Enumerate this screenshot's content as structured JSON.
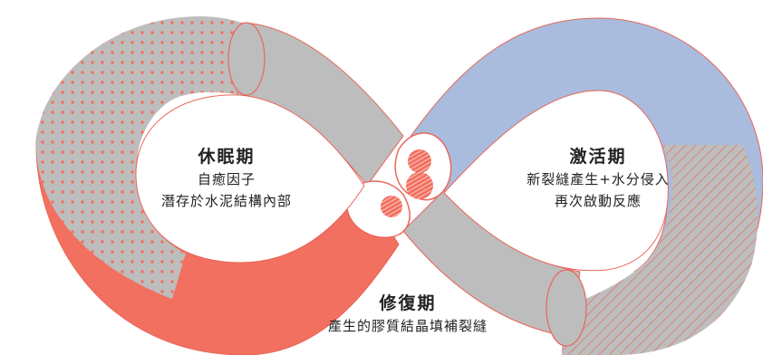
{
  "colors": {
    "coral": "#F2705F",
    "gray": "#BDBDBD",
    "blue": "#A9BCDD",
    "outline": "#E8665A",
    "text": "#222222"
  },
  "phases": {
    "dormant": {
      "title": "休眠期",
      "lines": [
        "自癒因子",
        "潛存於水泥結構內部"
      ]
    },
    "activation": {
      "title": "激活期",
      "lines": [
        "新裂縫產生+水分侵入",
        "再次啟動反應"
      ]
    },
    "repair": {
      "title": "修復期",
      "lines": [
        "產生的膠質結晶填補裂縫"
      ]
    }
  }
}
